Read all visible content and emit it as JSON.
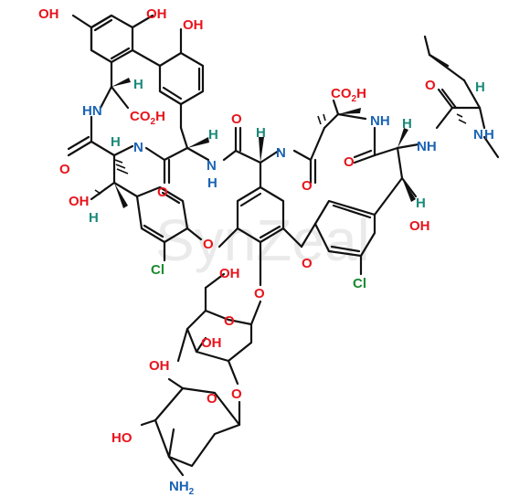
{
  "watermark": "SynZeal",
  "colors": {
    "bond": "#111111",
    "oxygen": "#e8141c",
    "nitrogen": "#1a63b5",
    "chlorine": "#1a8a2e",
    "stereo_h": "#1a8a7a"
  },
  "atom_labels": {
    "oh_top_left": "OH",
    "oh_top_mid": "OH",
    "oh_top_right": "OH",
    "h_cooh_left": "H",
    "nh_left": "HN",
    "co2h_left": "CO",
    "co2h_left_sub": "2",
    "co2h_left_h": "H",
    "o_carbonyl_1": "O",
    "nh_2": "N",
    "h_2": "H",
    "nh_3": "N",
    "h_3": "H",
    "h_3b": "H",
    "o_carbonyl_2": "O",
    "o_carbonyl_3": "O",
    "h_4": "H",
    "nh_4": "N",
    "h_4b": "H",
    "co2h_mid": "CO",
    "co2h_mid_sub": "2",
    "co2h_mid_h": "H",
    "nh_5": "NH",
    "o_carbonyl_4": "O",
    "o_carbonyl_5": "O",
    "h_6": "H",
    "nh_6": "NH",
    "o_carbonyl_6": "O",
    "h_7": "H",
    "nh_me": "N",
    "h_me": "H",
    "oh_left_mid": "OH",
    "h_left_mid": "H",
    "oh_right_mid": "OH",
    "h_right_mid": "H",
    "o_ether_left": "O",
    "o_ether_right": "O",
    "cl_left": "Cl",
    "cl_right": "Cl",
    "o_glyco": "O",
    "oh_sugar_top": "OH",
    "o_sugar_ring": "O",
    "oh_sugar_2": "OH",
    "oh_sugar_3": "OH",
    "o_link": "O",
    "o_sugar2_ring": "O",
    "oh_sugar2": "HO",
    "nh2": "NH",
    "nh2_sub": "2"
  }
}
